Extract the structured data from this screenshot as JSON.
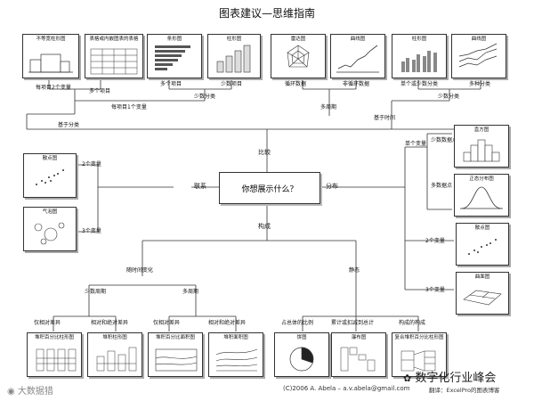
{
  "title": "图表建议—思维指南",
  "center": "你想展示什么？",
  "branches": {
    "compare": "比较",
    "relation": "联系",
    "distribution": "分布",
    "composition": "构成"
  },
  "top_cards": {
    "c1": "不等宽柱形图",
    "c2": "表格或内嵌图表的表格",
    "c3": "条形图",
    "c4": "柱形图",
    "c5": "雷达图",
    "c6": "曲线图",
    "c7": "柱形图",
    "c8": "曲线图"
  },
  "top_labels": {
    "l1": "每项目2个变量",
    "l2": "多个项目",
    "l3": "少数项目",
    "l4": "循环数据",
    "l5": "非循环数据",
    "l6": "单个或少数分类",
    "l7": "多种分类",
    "l8": "多种分类",
    "l9": "少数分类",
    "l10": "每项目1个变量",
    "l11": "多周期",
    "l12": "少数周期",
    "l13": "基于分类",
    "l14": "基于时间"
  },
  "left_cards": {
    "scatter": "散点图",
    "bubble": "气泡图"
  },
  "left_labels": {
    "v2": "2个变量",
    "v3": "3个变量"
  },
  "right_cards": {
    "hist": "直方图",
    "normal": "正态分布图",
    "scatter": "散点图",
    "surface": "曲面图"
  },
  "right_labels": {
    "single": "单个变量",
    "few": "少数数据点",
    "many": "多数据点",
    "v2": "2个变量",
    "v3": "3个变量"
  },
  "bottom_labels": {
    "time": "随时间变化",
    "static": "静态",
    "few_period": "少数周期",
    "multi_period": "多周期",
    "rel_only": "仅相对差异",
    "rel_abs": "相对和绝对差异",
    "rel_only2": "仅相对差异",
    "rel_abs2": "相对和绝对差异",
    "share": "占总体的比例",
    "accum": "累计或扣减到总计",
    "comp": "构成的构成"
  },
  "bottom_cards": {
    "b1": "堆积百分比柱形图",
    "b2": "堆积柱形图",
    "b3": "堆积百分比面积图",
    "b4": "堆积面积图",
    "b5": "饼图",
    "b6": "瀑布图",
    "b7": "复合堆积百分比柱形图"
  },
  "footer": {
    "copyright": "(C)2006 A. Abela – a.v.abela@gmail.com",
    "translate": "翻译：ExcelPro的图表博客"
  },
  "watermarks": {
    "left": "大数据猎",
    "right": "数字化行业峰会"
  }
}
